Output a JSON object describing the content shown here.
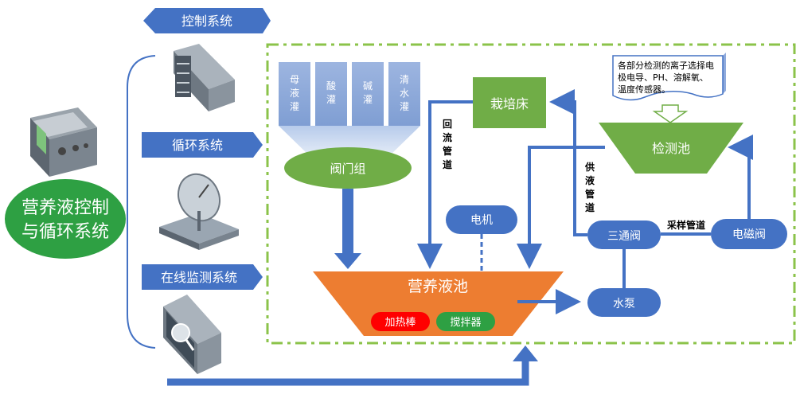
{
  "left": {
    "main_title_line1": "营养液控制",
    "main_title_line2": "与循环系统",
    "subsystems": [
      "控制系统",
      "循环系统",
      "在线监测系统"
    ]
  },
  "tanks": [
    "母液灌",
    "酸灌",
    "碱灌",
    "清水灌"
  ],
  "nodes": {
    "valve_group": "阀门组",
    "cultivation_bed": "栽培床",
    "motor": "电机",
    "nutrient_pool": "营养液池",
    "heater": "加热棒",
    "stirrer": "搅拌器",
    "pump": "水泵",
    "three_way_valve": "三通阀",
    "solenoid_valve": "电磁阀",
    "detection_pool": "检测池"
  },
  "pipes": {
    "return_pipe": "回流管道",
    "supply_pipe": "供液管道",
    "sampling_pipe": "采样管道"
  },
  "callout_lines": [
    "各部分检测的离子选择电",
    "极电导、PH、溶解氧、",
    "温度传感器。"
  ],
  "colors": {
    "blue": "#4472c4",
    "orange": "#ed7d31",
    "green": "#70ad47",
    "tank_blue": "#8faadc",
    "accent_green": "#2ea043",
    "heater_red": "#ff0000"
  }
}
